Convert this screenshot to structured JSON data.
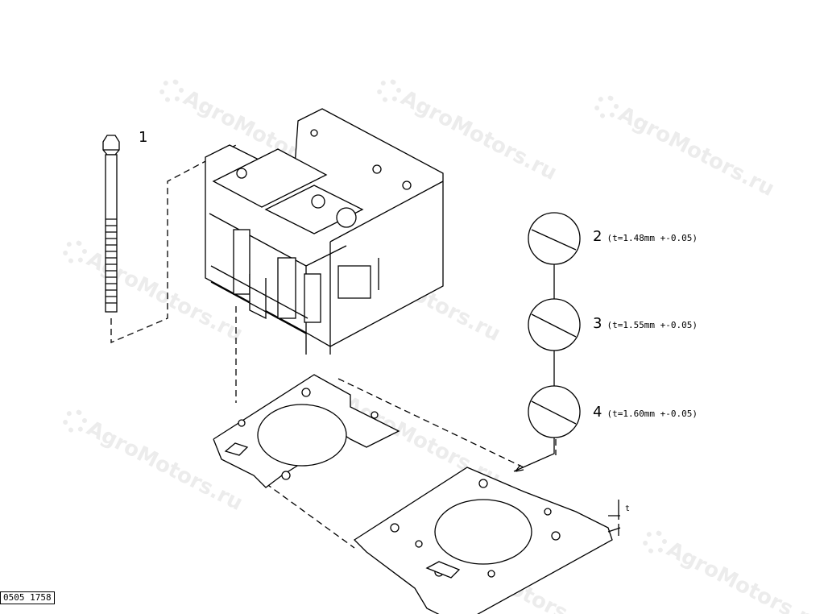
{
  "watermark": "AgroMotors.ru",
  "parts": [
    {
      "number": "1",
      "name": "bolt"
    },
    {
      "number": "2",
      "spec": "(t=1.48mm +-0.05)"
    },
    {
      "number": "3",
      "spec": "(t=1.55mm +-0.05)"
    },
    {
      "number": "4",
      "spec": "(t=1.60mm +-0.05)"
    }
  ],
  "thickness_label": "t",
  "reference_code": "0505 1758"
}
